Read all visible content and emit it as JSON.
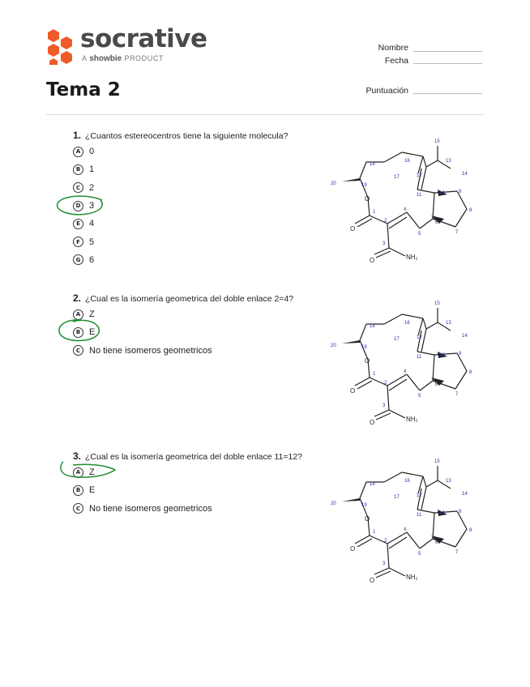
{
  "header": {
    "brand": "socrative",
    "tagline_prefix": "A",
    "tagline_company": "showbie",
    "tagline_suffix": "PRODUCT",
    "fields": {
      "name_label": "Nombre",
      "date_label": "Fecha",
      "score_label": "Puntuación"
    }
  },
  "title": "Tema 2",
  "questions": [
    {
      "number": "1.",
      "text": "¿Cuantos estereocentros tiene la siguiente molecula?",
      "choices": [
        {
          "letter": "A",
          "text": "0"
        },
        {
          "letter": "B",
          "text": "1"
        },
        {
          "letter": "C",
          "text": "2"
        },
        {
          "letter": "D",
          "text": "3",
          "circled": true
        },
        {
          "letter": "E",
          "text": "4"
        },
        {
          "letter": "F",
          "text": "5"
        },
        {
          "letter": "G",
          "text": "6"
        }
      ]
    },
    {
      "number": "2.",
      "text": "¿Cual es la isomería geometrica del doble enlace 2=4?",
      "choices": [
        {
          "letter": "A",
          "text": "Z"
        },
        {
          "letter": "B",
          "text": "E",
          "circled": true
        },
        {
          "letter": "C",
          "text": "No tiene isomeros geometricos"
        }
      ]
    },
    {
      "number": "3.",
      "text": "¿Cual es la isomería geometrica del doble enlace 11=12?",
      "choices": [
        {
          "letter": "A",
          "text": "Z",
          "circled": true
        },
        {
          "letter": "B",
          "text": "E"
        },
        {
          "letter": "C",
          "text": "No tiene isomeros geometricos"
        }
      ]
    }
  ],
  "molecule": {
    "atom_labels": [
      "15",
      "13",
      "14",
      "16",
      "12",
      "18",
      "17",
      "20",
      "19",
      "11",
      "10",
      "8",
      "9",
      "1",
      "4",
      "2",
      "5",
      "6",
      "7",
      "3",
      "O",
      "NH₂"
    ]
  },
  "colors": {
    "ink": "#222222",
    "accent_orange": "#f05a28",
    "pen_green": "#1e8f2e",
    "atom_number_blue": "#2233aa"
  }
}
